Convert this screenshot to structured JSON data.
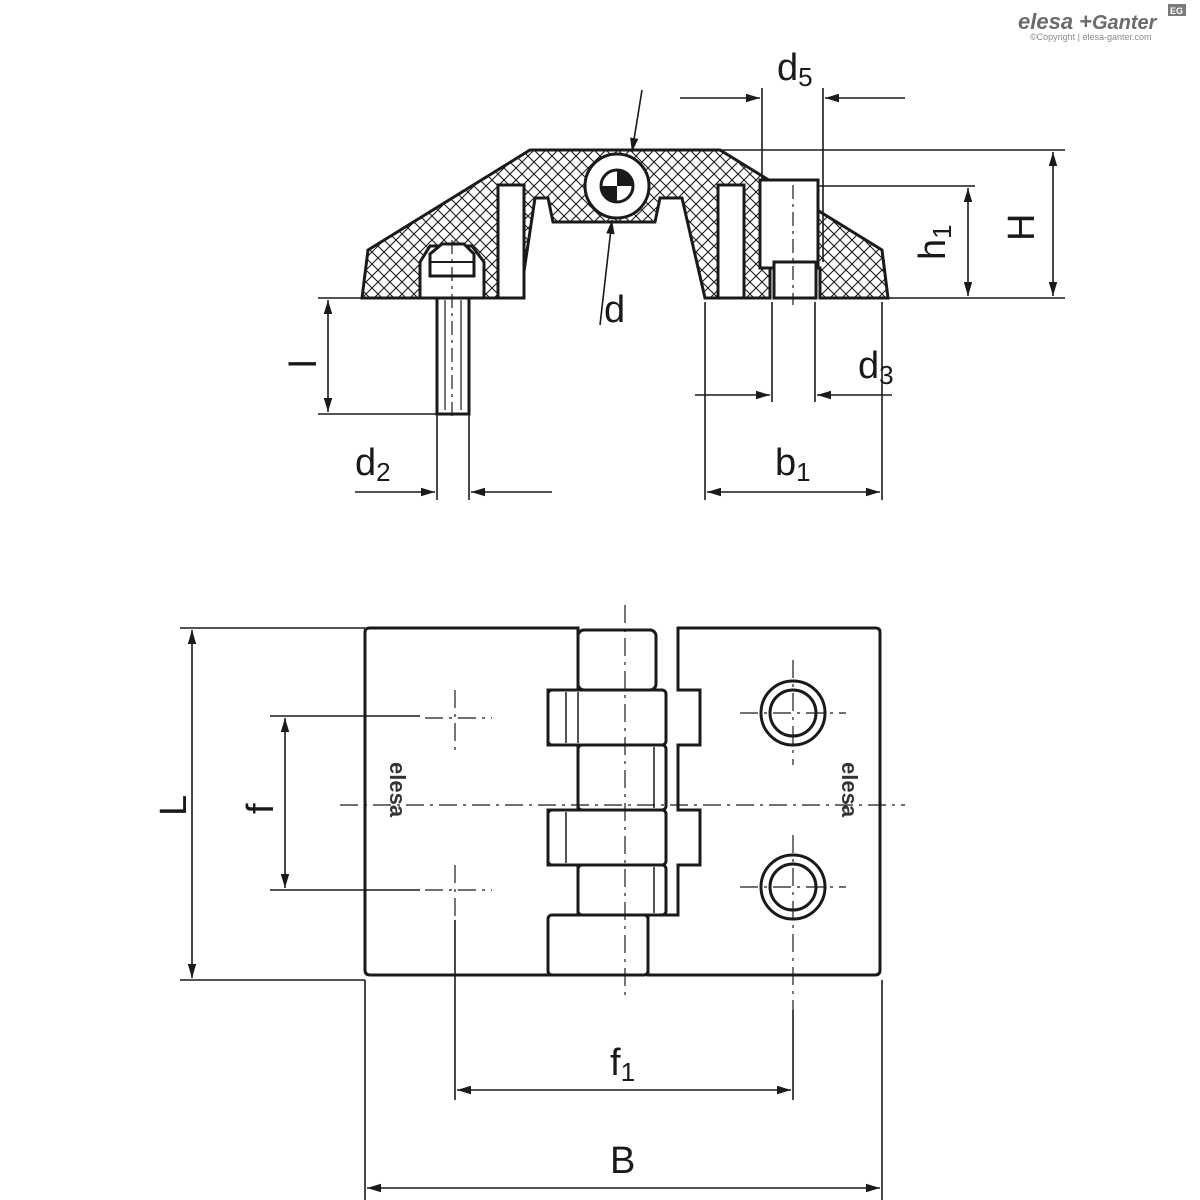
{
  "brand": {
    "logo_text_a": "elesa",
    "logo_plus": "+",
    "logo_text_b": "Ganter",
    "badge": "EG",
    "copyright": "©Copyright | elesa-ganter.com"
  },
  "embossed_logo": "elesa",
  "dimensions": {
    "d5": {
      "main": "d",
      "sub": "5"
    },
    "H": {
      "main": "H"
    },
    "h1": {
      "main": "h",
      "sub": "1"
    },
    "d": {
      "main": "d"
    },
    "d3": {
      "main": "d",
      "sub": "3"
    },
    "l": {
      "main": "l"
    },
    "d2": {
      "main": "d",
      "sub": "2"
    },
    "b1": {
      "main": "b",
      "sub": "1"
    },
    "L": {
      "main": "L"
    },
    "f": {
      "main": "f"
    },
    "f1": {
      "main": "f",
      "sub": "1"
    },
    "B": {
      "main": "B"
    }
  }
}
